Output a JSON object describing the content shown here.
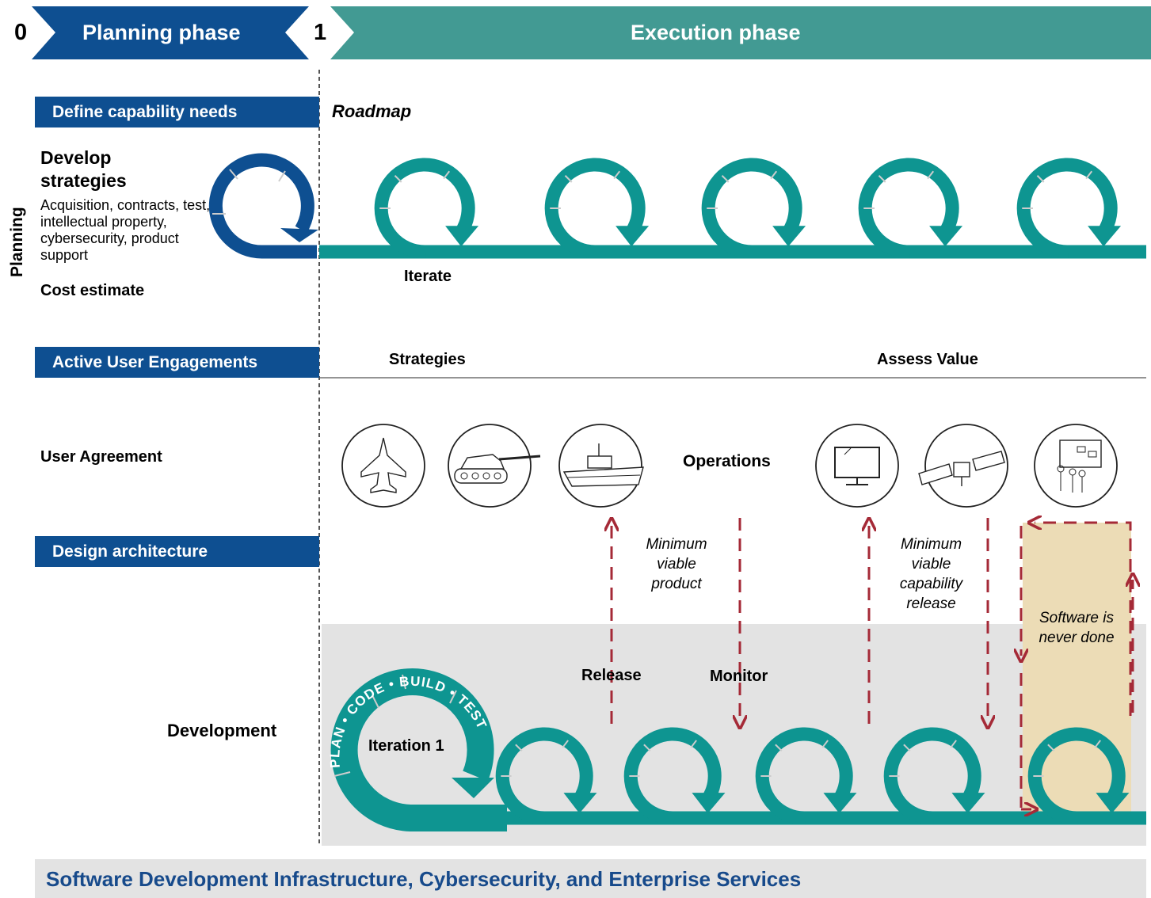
{
  "header": {
    "start_number": "0",
    "planning_phase": "Planning phase",
    "milestone_number": "1",
    "execution_phase": "Execution phase"
  },
  "left_column": {
    "planning_vertical": "Planning",
    "define_capability": "Define capability needs",
    "develop_strategies": "Develop strategies",
    "strategies_detail": "Acquisition, contracts, test, intellectual property, cybersecurity, product support",
    "cost_estimate": "Cost estimate",
    "active_user_engagements": "Active User Engagements",
    "user_agreement": "User Agreement",
    "design_architecture": "Design architecture",
    "development": "Development"
  },
  "roadmap": {
    "title": "Roadmap",
    "iterate": "Iterate"
  },
  "engagement": {
    "strategies": "Strategies",
    "assess_value": "Assess Value",
    "operations": "Operations"
  },
  "icons": [
    "fighter-jet-icon",
    "tank-icon",
    "ship-icon",
    "monitor-icon",
    "satellite-icon",
    "briefing-team-icon"
  ],
  "flow": {
    "mvp": "Minimum viable product",
    "mvcr": "Minimum viable capability release",
    "release": "Release",
    "monitor": "Monitor",
    "never_done": "Software is never done"
  },
  "iteration": {
    "label": "Iteration 1",
    "steps": [
      "PLAN",
      "CODE",
      "BUILD",
      "TEST"
    ]
  },
  "footer": {
    "text": "Software Development Infrastructure, Cybersecurity, and Enterprise Services"
  },
  "colors": {
    "navy": "#0e4f91",
    "teal": "#0e9591",
    "teal_header": "#429a93",
    "red_dashed": "#a52a37",
    "gray_panel": "#e3e3e3",
    "tan_highlight": "#ecdcb6"
  }
}
